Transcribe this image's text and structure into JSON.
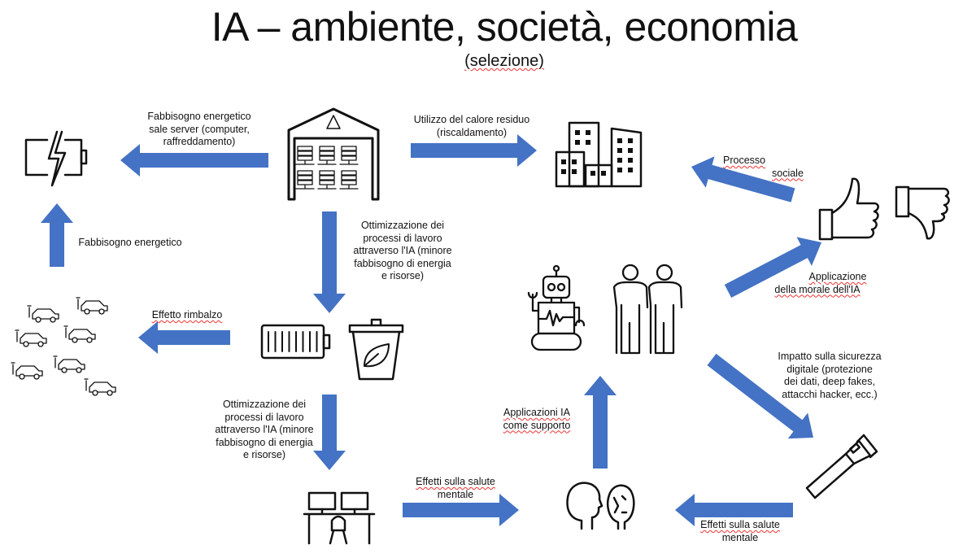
{
  "title": {
    "main": "IA – ambiente, società, economia",
    "subtitle": "(selezione)"
  },
  "colors": {
    "arrow": "#4472C4",
    "icon": "#111111"
  },
  "labels": {
    "server_energy": [
      "Fabbisogno energetico",
      "sale server (computer,",
      "raffreddamento)"
    ],
    "residual_heat": [
      "Utilizzo del calore residuo",
      "(riscaldamento)"
    ],
    "energy_demand": "Fabbisogno energetico",
    "optimization_1": [
      "Ottimizzazione dei",
      "processi di lavoro",
      "attraverso l'IA (minore",
      "fabbisogno di energia",
      "e risorse)"
    ],
    "rebound": "Effetto rimbalzo",
    "optimization_2": [
      "Ottimizzazione dei",
      "processi di lavoro",
      "attraverso l'IA (minore",
      "fabbisogno di energia",
      "e risorse)"
    ],
    "mental_health_1": [
      "Effetti sulla salute",
      "mentale"
    ],
    "ai_support": [
      "Applicazioni IA",
      "come supporto"
    ],
    "mental_health_2": [
      "Effetti sulla salute",
      "mentale"
    ],
    "social_process": [
      "Processo",
      "sociale"
    ],
    "ai_morals": [
      "Applicazione",
      "della morale dell'IA"
    ],
    "digital_security": [
      "Impatto sulla sicurezza",
      "digitale (protezione",
      "dei dati, deep fakes,",
      "attacchi hacker, ecc.)"
    ]
  },
  "icons": [
    "battery-charging-icon",
    "server-room-icon",
    "city-buildings-icon",
    "thumbs-up-icon",
    "thumbs-down-icon",
    "electric-cars-icon",
    "battery-icon",
    "eco-bin-icon",
    "robot-icon",
    "people-icon",
    "workstations-icon",
    "heads-icon",
    "seatbelt-icon"
  ]
}
